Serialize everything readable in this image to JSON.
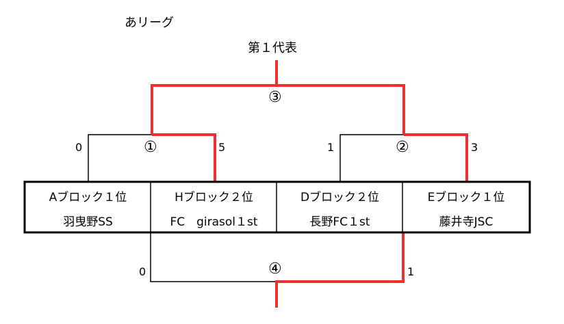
{
  "header": {
    "league": "あリーグ",
    "representative": "第１代表"
  },
  "teams": [
    {
      "block": "Aブロック１位",
      "name": "羽曳野SS"
    },
    {
      "block": "Hブロック２位",
      "name": "FC　girasol１st"
    },
    {
      "block": "Dブロック２位",
      "name": "長野FC１st"
    },
    {
      "block": "Eブロック１位",
      "name": "藤井寺JSC"
    }
  ],
  "matches": {
    "m1": {
      "label": "①",
      "score_left": "0",
      "score_right": "5"
    },
    "m2": {
      "label": "②",
      "score_left": "1",
      "score_right": "3"
    },
    "m3": {
      "label": "③"
    },
    "m4": {
      "label": "④",
      "score_left": "0",
      "score_right": "1"
    }
  },
  "colors": {
    "winner_line": "#e8322b",
    "line": "#000000"
  }
}
